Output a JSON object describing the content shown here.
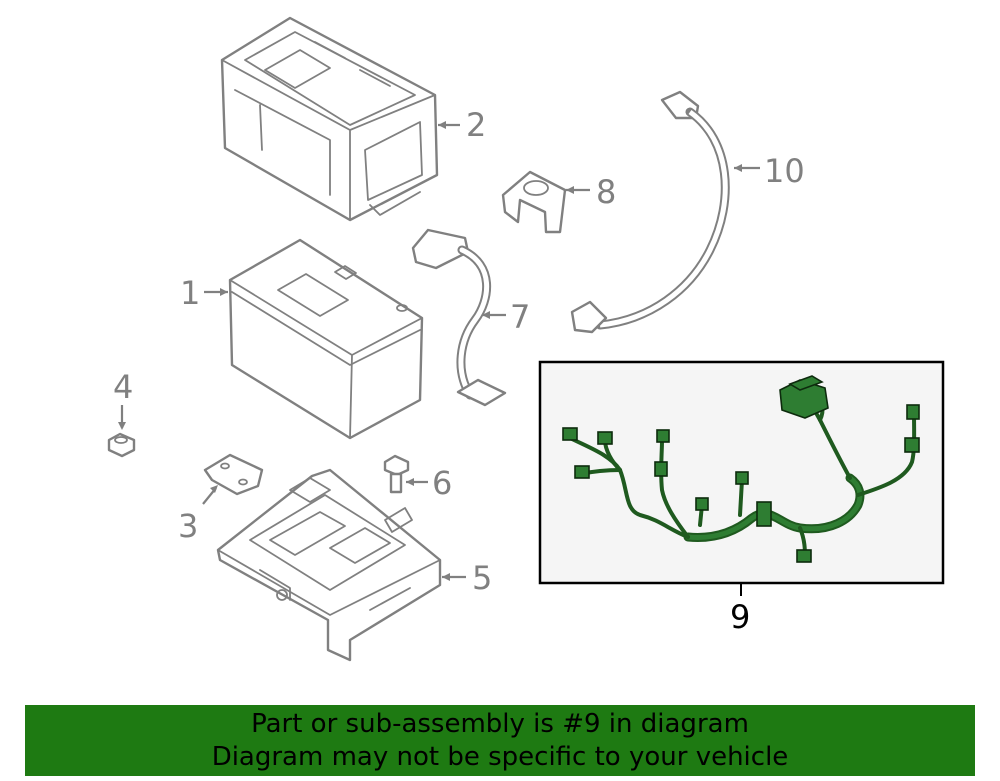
{
  "callouts": {
    "p1": "1",
    "p2": "2",
    "p3": "3",
    "p4": "4",
    "p5": "5",
    "p6": "6",
    "p7": "7",
    "p8": "8",
    "p9": "9",
    "p10": "10"
  },
  "banner": {
    "line1": "Part or sub-assembly is #9 in diagram",
    "line2": "Diagram may not be specific to your vehicle",
    "background_color": "#1e7a12"
  },
  "colors": {
    "line_art": "#808080",
    "highlight_part": "#2e7d32",
    "detail_background": "#f5f5f5"
  }
}
